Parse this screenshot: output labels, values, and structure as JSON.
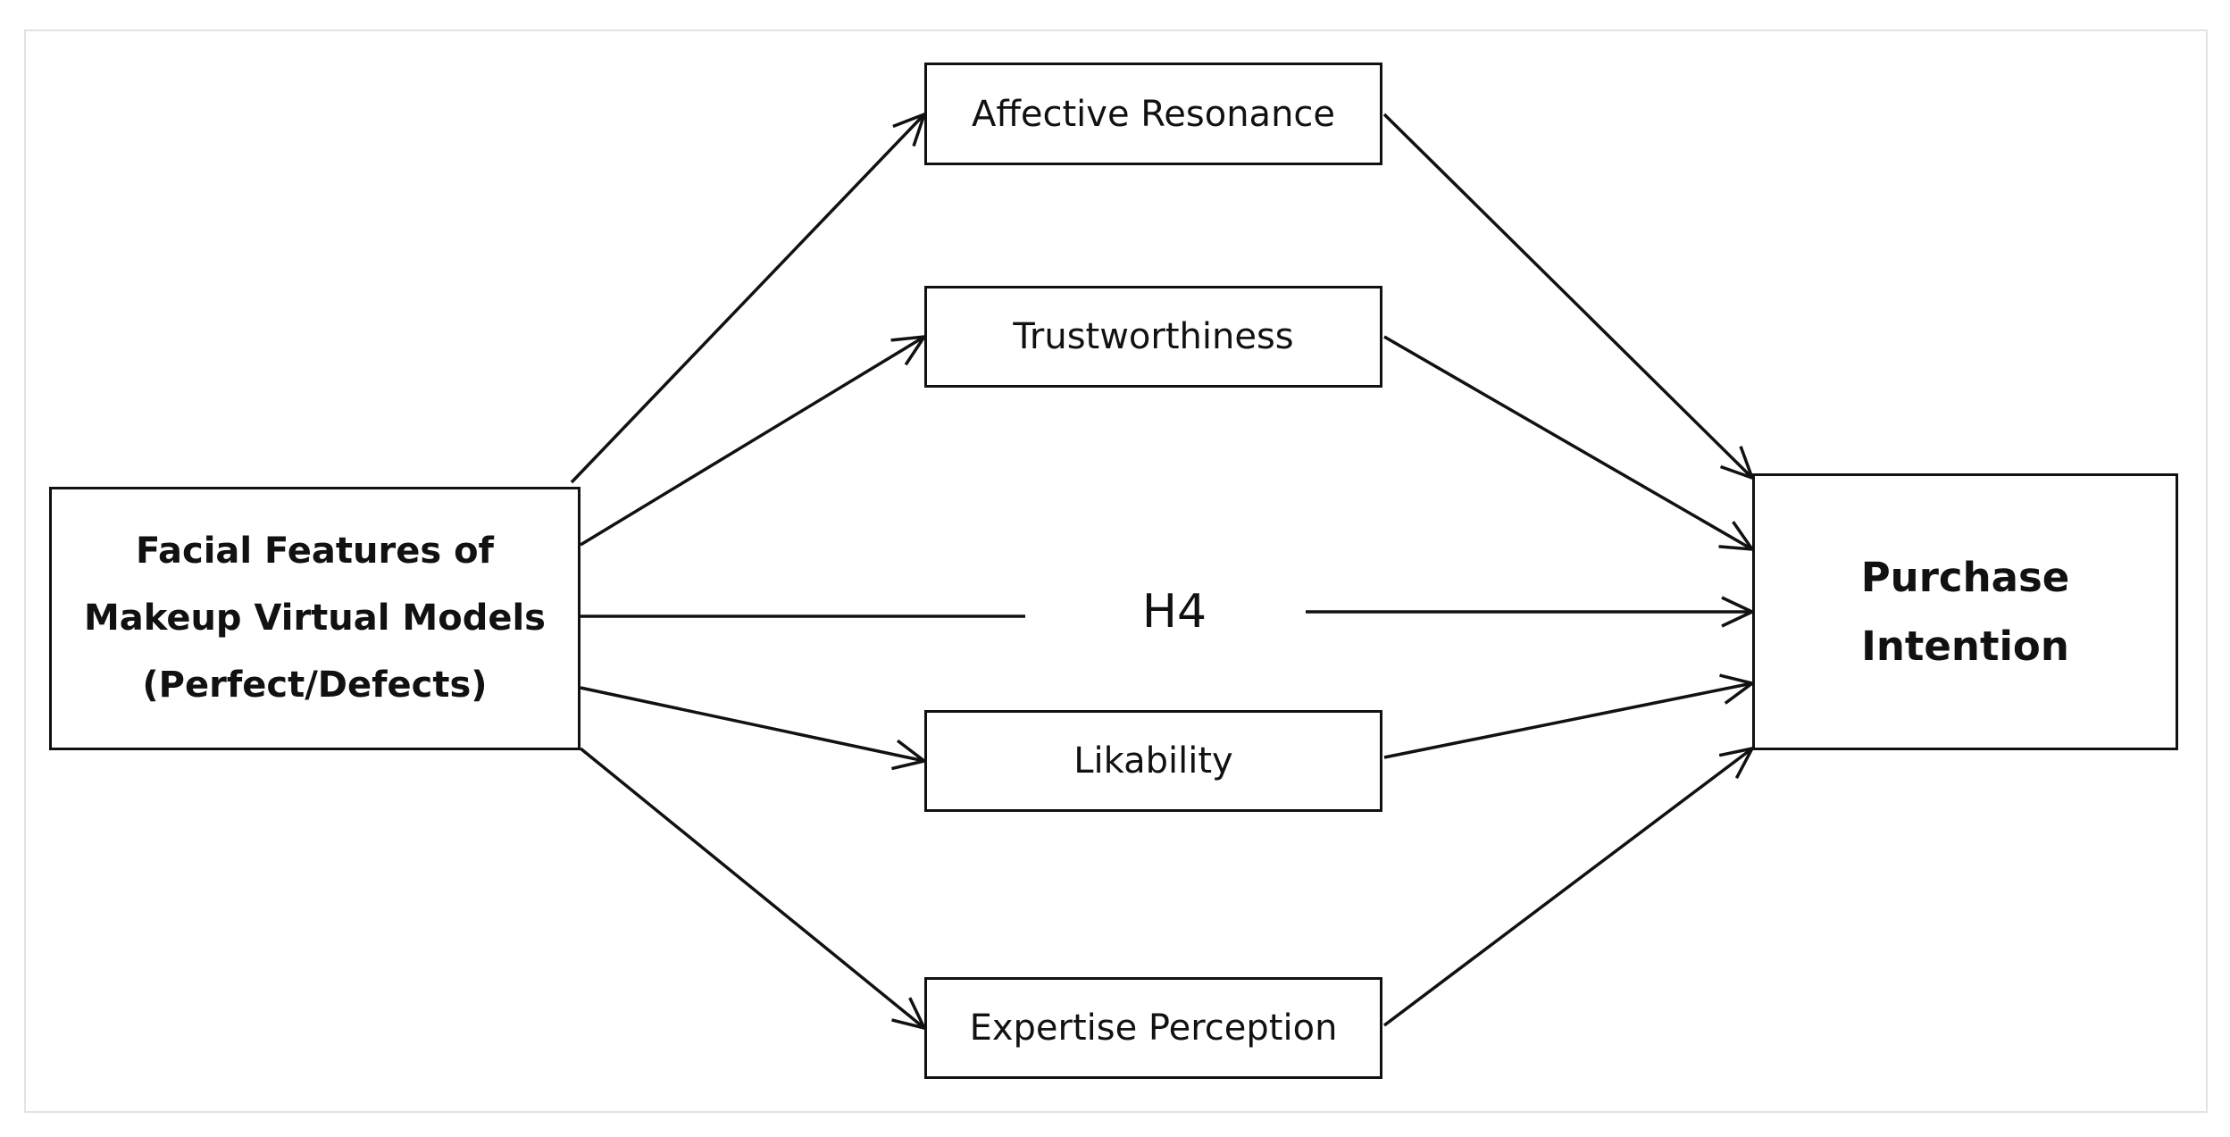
{
  "nodes": {
    "source": {
      "line1": "Facial Features of",
      "line2": "Makeup Virtual Models",
      "line3": "(Perfect/Defects)"
    },
    "mediators": {
      "affective": "Affective Resonance",
      "trust": "Trustworthiness",
      "likability": "Likability",
      "expertise": "Expertise Perception"
    },
    "target": {
      "line1": "Purchase",
      "line2": "Intention"
    }
  },
  "direct_path_label": "H4",
  "colors": {
    "line": "#111111",
    "frame": "#e3e3e3",
    "background": "#ffffff"
  }
}
